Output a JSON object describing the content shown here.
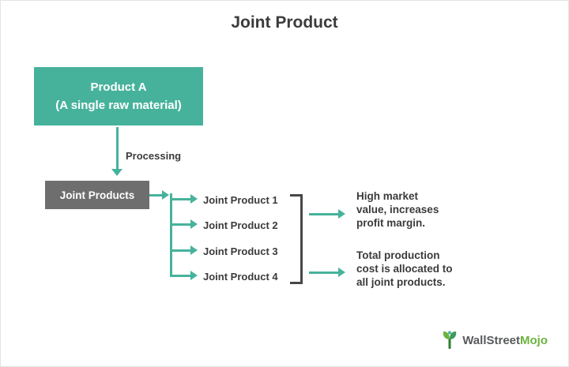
{
  "title": "Joint Product",
  "flow": {
    "product_a": {
      "line1": "Product A",
      "line2": "(A single raw material)"
    },
    "processing_label": "Processing",
    "joint_products_box": "Joint Products",
    "products": [
      "Joint Product 1",
      "Joint Product 2",
      "Joint Product 3",
      "Joint Product 4"
    ],
    "outcome_high_market": "High market value, increases profit margin.",
    "outcome_total_cost": "Total production cost is allocated to all joint products."
  },
  "colors": {
    "teal": "#47b29c",
    "gray_box": "#6e6e6e",
    "text_dark": "#3b3b3b",
    "bracket": "#474747",
    "logo_green": "#6cb33f",
    "logo_gray": "#58595b"
  },
  "logo": {
    "part1": "WallStreet",
    "part2": "Mojo"
  }
}
